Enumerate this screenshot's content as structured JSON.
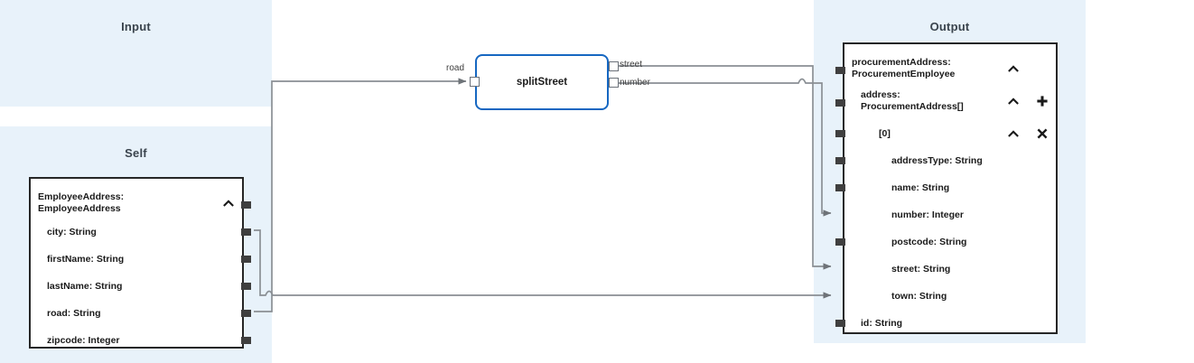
{
  "lanes": {
    "input": {
      "title": "Input"
    },
    "self": {
      "title": "Self"
    },
    "output": {
      "title": "Output"
    }
  },
  "self_node": {
    "header": {
      "label": "EmployeeAddress:\nEmployeeAddress",
      "collapse_icon": "chevron-up-icon"
    },
    "fields": [
      {
        "label": "city: String",
        "indent": 1,
        "connected": true
      },
      {
        "label": "firstName: String",
        "indent": 1,
        "connected": false
      },
      {
        "label": "lastName: String",
        "indent": 1,
        "connected": false
      },
      {
        "label": "road: String",
        "indent": 1,
        "connected": true
      },
      {
        "label": "zipcode: Integer",
        "indent": 1,
        "connected": false
      }
    ]
  },
  "function_node": {
    "name": "splitStreet",
    "accent_color": "#1667c1",
    "inputs": [
      {
        "label": "road"
      }
    ],
    "outputs": [
      {
        "label": "street"
      },
      {
        "label": "number"
      }
    ]
  },
  "output_node": {
    "rows": [
      {
        "label": "procurementAddress:\nProcurementEmployee",
        "indent": 0,
        "icons": [
          "chevron-up-icon"
        ],
        "connected": false
      },
      {
        "label": "address:\nProcurementAddress[]",
        "indent": 1,
        "icons": [
          "chevron-up-icon",
          "plus-icon"
        ],
        "connected": false
      },
      {
        "label": "[0]",
        "indent": 2,
        "icons": [
          "chevron-up-icon",
          "close-icon"
        ],
        "connected": false
      },
      {
        "label": "addressType: String",
        "indent": 3,
        "icons": [],
        "connected": false
      },
      {
        "label": "name: String",
        "indent": 3,
        "icons": [],
        "connected": false
      },
      {
        "label": "number: Integer",
        "indent": 3,
        "icons": [],
        "connected": true
      },
      {
        "label": "postcode: String",
        "indent": 3,
        "icons": [],
        "connected": false
      },
      {
        "label": "street: String",
        "indent": 3,
        "icons": [],
        "connected": true
      },
      {
        "label": "town: String",
        "indent": 3,
        "icons": [],
        "connected": true
      },
      {
        "label": "id: String",
        "indent": 1,
        "icons": [],
        "connected": false
      }
    ]
  },
  "theme": {
    "lane_bg": "#e8f2fa",
    "node_border": "#262626",
    "function_border": "#1667c1",
    "wire_color": "#8a8f94",
    "port_color": "#3f3f3f"
  },
  "connections": [
    {
      "from": "self.road",
      "to": "function.road"
    },
    {
      "from": "self.city",
      "to": "output.town"
    },
    {
      "from": "function.street",
      "to": "output.street"
    },
    {
      "from": "function.number",
      "to": "output.number"
    }
  ]
}
